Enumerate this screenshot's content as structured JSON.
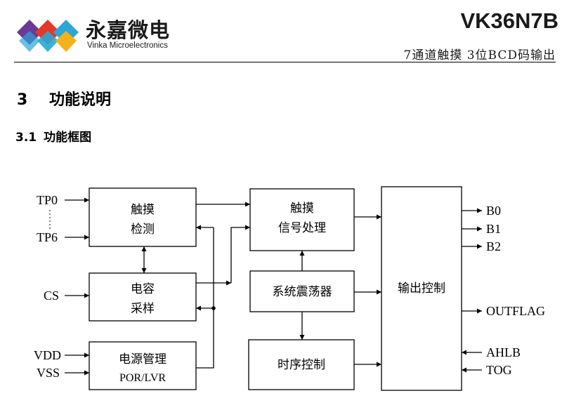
{
  "header": {
    "logo": {
      "name_cn": "永嘉微电",
      "name_en": "Vinka Microelectronics",
      "colors": [
        "#e5382b",
        "#6a3a96",
        "#2aa7d6",
        "#f3b21c"
      ]
    },
    "part_number": "VK36N7B",
    "subtitle": "7通道触摸 3位BCD码输出"
  },
  "section": {
    "number": "3",
    "title": "功能说明"
  },
  "subsection": {
    "number": "3.1",
    "title": "功能框图"
  },
  "diagram": {
    "inputs": {
      "tp0": "TP0",
      "tp6": "TP6",
      "cs": "CS",
      "vdd": "VDD",
      "vss": "VSS",
      "ahlb": "AHLB",
      "tog": "TOG"
    },
    "outputs": {
      "b0": "B0",
      "b1": "B1",
      "b2": "B2",
      "outflag": "OUTFLAG"
    },
    "blocks": {
      "touch_detect": [
        "触摸",
        "检测"
      ],
      "cap_sample": [
        "电容",
        "采样"
      ],
      "power": [
        "电源管理",
        "POR/LVR"
      ],
      "signal_proc": [
        "触摸",
        "信号处理"
      ],
      "oscillator": "系统震荡器",
      "timing": "时序控制",
      "output_ctrl": "输出控制"
    }
  }
}
